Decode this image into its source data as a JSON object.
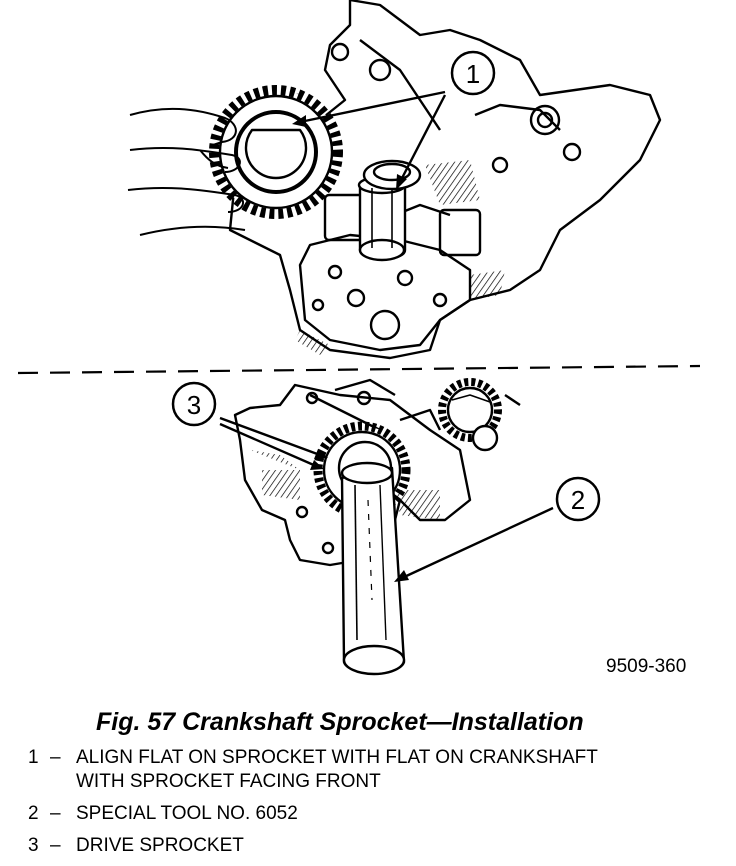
{
  "figure": {
    "figure_id": "9509-360",
    "caption": "Fig. 57 Crankshaft Sprocket—Installation",
    "callouts": [
      "1",
      "2",
      "3"
    ]
  },
  "legend": [
    {
      "num": "1",
      "dash": "–",
      "text": "ALIGN FLAT ON SPROCKET WITH FLAT ON CRANKSHAFT\nWITH SPROCKET FACING FRONT"
    },
    {
      "num": "2",
      "dash": "–",
      "text": "SPECIAL TOOL NO. 6052"
    },
    {
      "num": "3",
      "dash": "–",
      "text": "DRIVE SPROCKET"
    }
  ]
}
